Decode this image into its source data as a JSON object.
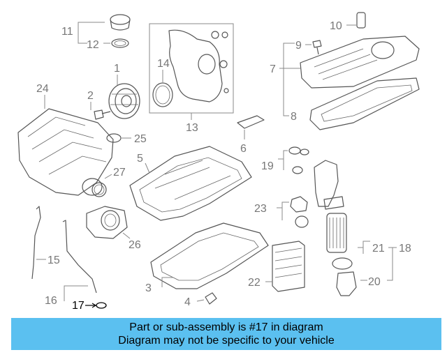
{
  "callouts": {
    "c1": "1",
    "c2": "2",
    "c3": "3",
    "c4": "4",
    "c5": "5",
    "c6": "6",
    "c7": "7",
    "c8": "8",
    "c9": "9",
    "c10": "10",
    "c11": "11",
    "c12": "12",
    "c13": "13",
    "c14": "14",
    "c15": "15",
    "c16": "16",
    "c17": "17",
    "c18": "18",
    "c19": "19",
    "c20": "20",
    "c21": "21",
    "c22": "22",
    "c23": "23",
    "c24": "24",
    "c25": "25",
    "c26": "26",
    "c27": "27"
  },
  "highlighted_part": "17",
  "banner": {
    "line1": "Part or sub-assembly is #17 in diagram",
    "line2": "Diagram may not be specific to your vehicle"
  },
  "colors": {
    "banner_bg": "#5bc0f0",
    "callout_text": "#777777",
    "highlight_text": "#000000"
  }
}
